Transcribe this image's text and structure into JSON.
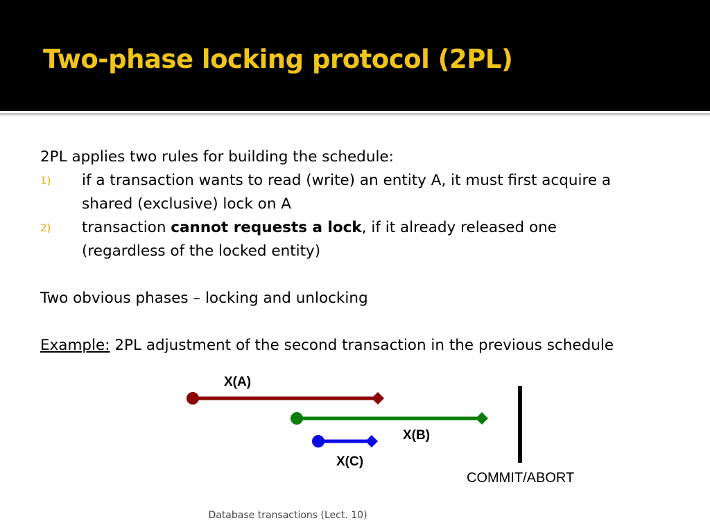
{
  "slide": {
    "title": "Two-phase locking protocol (2PL)",
    "intro": "2PL applies two rules for building the schedule:",
    "rules": [
      {
        "number": "1)",
        "line1": "if a transaction wants to read (write) an entity A, it must first acquire a",
        "line2": "shared (exclusive) lock on A"
      },
      {
        "number": "2)",
        "prefix": "transaction ",
        "bold": "cannot requests a lock",
        "suffix": ", if it already released one",
        "line2": "(regardless of the locked entity)"
      }
    ],
    "phases": "Two obvious phases – locking and unlocking",
    "example_label": "Example:",
    "example_text": " 2PL adjustment of the second transaction in the previous schedule",
    "footer": "Database transactions (Lect. 10)"
  },
  "diagram": {
    "locks": [
      {
        "label": "X(A)",
        "color": "#8b0000"
      },
      {
        "label": "X(B)",
        "color": "#0a7d0a"
      },
      {
        "label": "X(C)",
        "color": "#0a0ae6"
      }
    ],
    "commit_label": "COMMIT/ABORT"
  },
  "colors": {
    "header_bg": "#000000",
    "title": "#f0c419",
    "list_number": "#f0a400"
  }
}
